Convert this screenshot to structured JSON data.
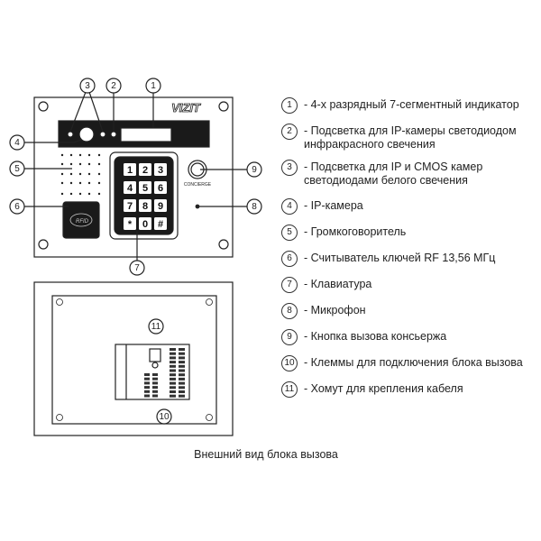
{
  "legend": [
    {
      "n": "1",
      "text": "- 4-х разрядный 7-сегментный индикатор"
    },
    {
      "n": "2",
      "text": "- Подсветка для IP-камеры светодиодом инфракрасного свечения"
    },
    {
      "n": "3",
      "text": "- Подсветка для IP и CMOS камер светодиодами белого свечения"
    },
    {
      "n": "4",
      "text": "- IP-камера"
    },
    {
      "n": "5",
      "text": "- Громкоговоритель"
    },
    {
      "n": "6",
      "text": "- Считыватель ключей RF 13,56 МГц"
    },
    {
      "n": "7",
      "text": "- Клавиатура"
    },
    {
      "n": "8",
      "text": "- Микрофон"
    },
    {
      "n": "9",
      "text": "- Кнопка вызова консьержа"
    },
    {
      "n": "10",
      "text": "- Клеммы для подключения блока вызова"
    },
    {
      "n": "11",
      "text": "- Хомут для крепления кабеля"
    }
  ],
  "panel": {
    "logo": "VIZIT",
    "concierge": "CONCIERGE",
    "rfid": "RFID",
    "keys": [
      "1",
      "2",
      "3",
      "4",
      "5",
      "6",
      "7",
      "8",
      "9",
      "*",
      "0",
      "#"
    ]
  },
  "caption": "Внешний вид блока вызова"
}
